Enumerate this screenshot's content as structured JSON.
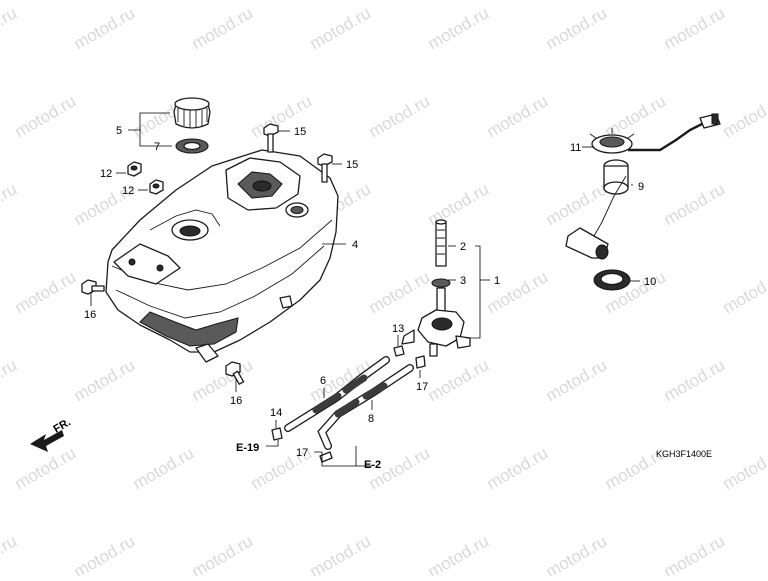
{
  "watermark": "motod.ru",
  "diagram_code": "KGH3F1400E",
  "front_indicator": "FR.",
  "callouts": {
    "c1": "1",
    "c2": "2",
    "c3": "3",
    "c4": "4",
    "c5": "5",
    "c6": "6",
    "c7": "7",
    "c8": "8",
    "c9": "9",
    "c10": "10",
    "c11": "11",
    "c12a": "12",
    "c12b": "12",
    "c13": "13",
    "c14": "14",
    "c15a": "15",
    "c15b": "15",
    "c16a": "16",
    "c16b": "16",
    "c17a": "17",
    "c17b": "17"
  },
  "references": {
    "e19": "E-19",
    "e2": "E-2"
  },
  "colors": {
    "line": "#1a1a1a",
    "shade": "#5a5a5a",
    "watermark": "#d9d9d9"
  }
}
